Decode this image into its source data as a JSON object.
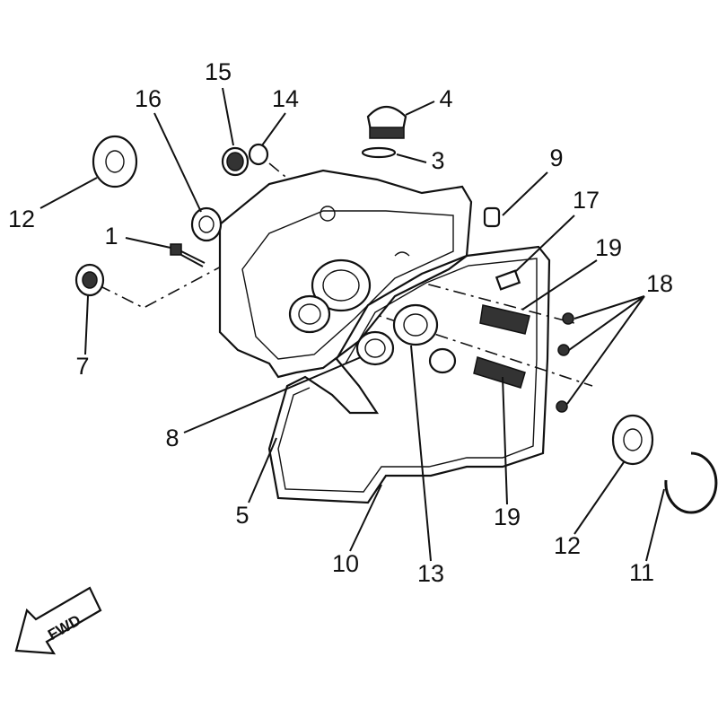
{
  "callouts": [
    {
      "id": "c15",
      "text": "15"
    },
    {
      "id": "c16",
      "text": "16"
    },
    {
      "id": "c14",
      "text": "14"
    },
    {
      "id": "c4",
      "text": "4"
    },
    {
      "id": "c3",
      "text": "3"
    },
    {
      "id": "c9",
      "text": "9"
    },
    {
      "id": "c12a",
      "text": "12"
    },
    {
      "id": "c1",
      "text": "1"
    },
    {
      "id": "c17",
      "text": "17"
    },
    {
      "id": "c19a",
      "text": "19"
    },
    {
      "id": "c18",
      "text": "18"
    },
    {
      "id": "c7",
      "text": "7"
    },
    {
      "id": "c8",
      "text": "8"
    },
    {
      "id": "c5",
      "text": "5"
    },
    {
      "id": "c10",
      "text": "10"
    },
    {
      "id": "c13",
      "text": "13"
    },
    {
      "id": "c19b",
      "text": "19"
    },
    {
      "id": "c12b",
      "text": "12"
    },
    {
      "id": "c11",
      "text": "11"
    }
  ],
  "direction_indicator": {
    "text": "FWD",
    "icon": "arrow-forward-icon"
  },
  "colors": {
    "ink": "#111111",
    "background": "#ffffff"
  }
}
